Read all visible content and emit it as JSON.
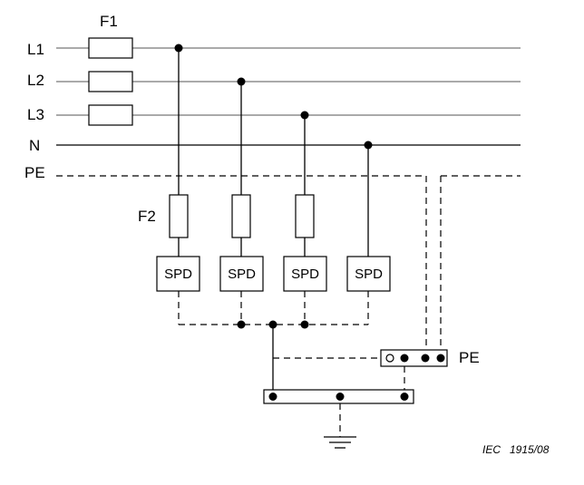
{
  "conductors": {
    "l1": "L1",
    "l2": "L2",
    "l3": "L3",
    "n": "N",
    "pe": "PE"
  },
  "components": {
    "fuse_main": "F1",
    "fuse_backup": "F2",
    "spd": [
      "SPD",
      "SPD",
      "SPD",
      "SPD"
    ],
    "pe_terminal": "PE"
  },
  "reference": "IEC   1915/08"
}
